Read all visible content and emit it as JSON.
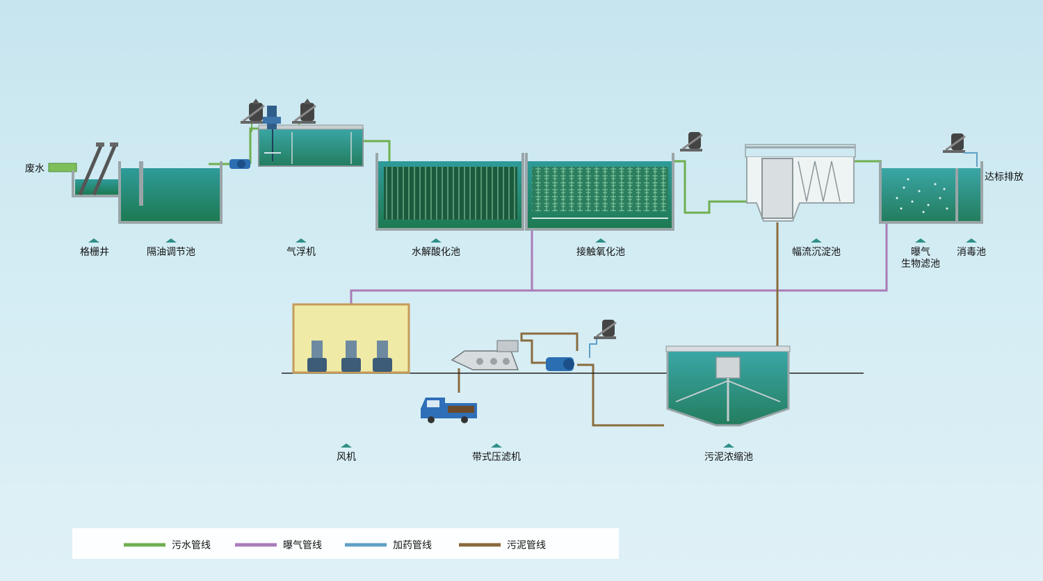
{
  "labels": {
    "inlet": "废水",
    "outlet": "达标排放",
    "screen_well": "格栅井",
    "oil_tank": "隔油调节池",
    "flotation": "气浮机",
    "hydrolysis": "水解酸化池",
    "contact_oxidation": "接触氧化池",
    "sedimentation": "幅流沉淀池",
    "baf_line1": "曝气",
    "baf_line2": "生物滤池",
    "disinfection": "消毒池",
    "blower": "风机",
    "belt_press": "带式压滤机",
    "thickener": "污泥浓缩池"
  },
  "legend": [
    {
      "label": "污水管线",
      "color": "#6fae4f"
    },
    {
      "label": "曝气管线",
      "color": "#a97cb8"
    },
    {
      "label": "加药管线",
      "color": "#5f9fc6"
    },
    {
      "label": "污泥管线",
      "color": "#8a6b3e"
    }
  ],
  "colors": {
    "water": "#2f8f86",
    "water_dark": "#1f6d5a",
    "tank_wall": "#9aa5a8",
    "blower_room": "#efeaa6",
    "truck": "#2f6fb8"
  }
}
